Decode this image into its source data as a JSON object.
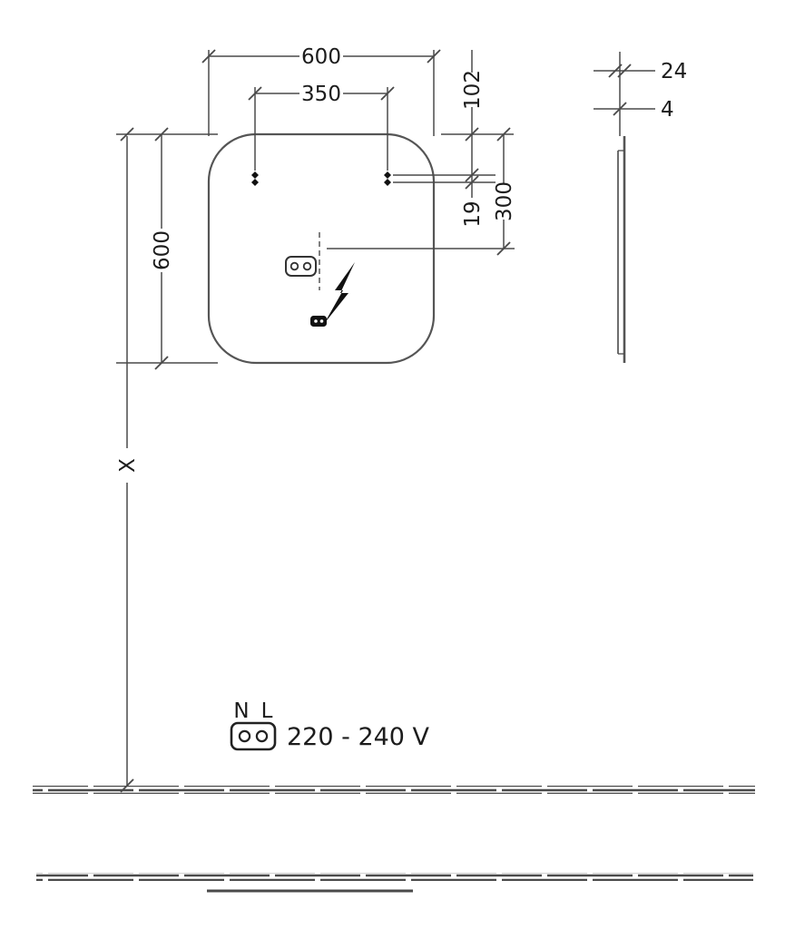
{
  "drawing": {
    "front_view": {
      "width_label": "600",
      "bracket_spacing_label": "350",
      "height_label": "600",
      "top_to_bracket_label": "102",
      "bracket_hole_offset_label": "19",
      "top_to_outlet_label": "300",
      "mounting_height_label": "X"
    },
    "side_view": {
      "depth_label": "24",
      "panel_thickness_label": "4"
    },
    "electrical": {
      "neutral_label": "N",
      "line_label": "L",
      "voltage_label": "220 - 240 V"
    },
    "colors": {
      "line": "#4a4a4a",
      "outline": "#555555",
      "symbol": "#111111"
    }
  }
}
